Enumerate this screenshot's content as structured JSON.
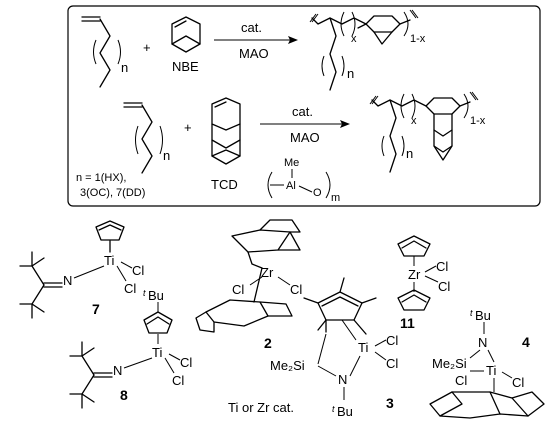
{
  "scheme_box": {
    "reaction1": {
      "catalyst": "cat.",
      "cocatalyst": "MAO",
      "comonomer_label": "NBE",
      "chain_index": "n",
      "copolymer_x": "x",
      "copolymer_1mx": "1-x",
      "plus": "+"
    },
    "reaction2": {
      "catalyst": "cat.",
      "cocatalyst": "MAO",
      "comonomer_label": "TCD",
      "chain_index": "n",
      "n_values_line1": "n = 1(HX),",
      "n_values_line2": "3(OC), 7(DD)",
      "mao_me": "Me",
      "mao_al": "Al",
      "mao_o": "O",
      "mao_m": "m",
      "copolymer_x": "x",
      "copolymer_1mx": "1-x",
      "plus": "+"
    }
  },
  "catalysts": {
    "c7": {
      "number": "7",
      "metal": "Ti",
      "cl1": "Cl",
      "cl2": "Cl",
      "n": "N"
    },
    "c8": {
      "number": "8",
      "metal": "Ti",
      "cl1": "Cl",
      "cl2": "Cl",
      "n": "N",
      "tbu_sup": "t",
      "tbu": "Bu"
    },
    "c2": {
      "number": "2",
      "metal": "Zr",
      "cl1": "Cl",
      "cl2": "Cl"
    },
    "c11": {
      "number": "11",
      "metal": "Zr",
      "cl1": "Cl",
      "cl2": "Cl"
    },
    "c3": {
      "number": "3",
      "metal": "Ti",
      "cl1": "Cl",
      "cl2": "Cl",
      "si": "Me₂Si",
      "n": "N",
      "tbu_sup": "t",
      "tbu": "Bu"
    },
    "c4": {
      "number": "4",
      "metal": "Ti",
      "cl1": "Cl",
      "cl2": "Cl",
      "si": "Me₂Si",
      "n": "N",
      "tbu_sup": "t",
      "tbu": "Bu"
    }
  },
  "caption": "Ti or Zr cat."
}
